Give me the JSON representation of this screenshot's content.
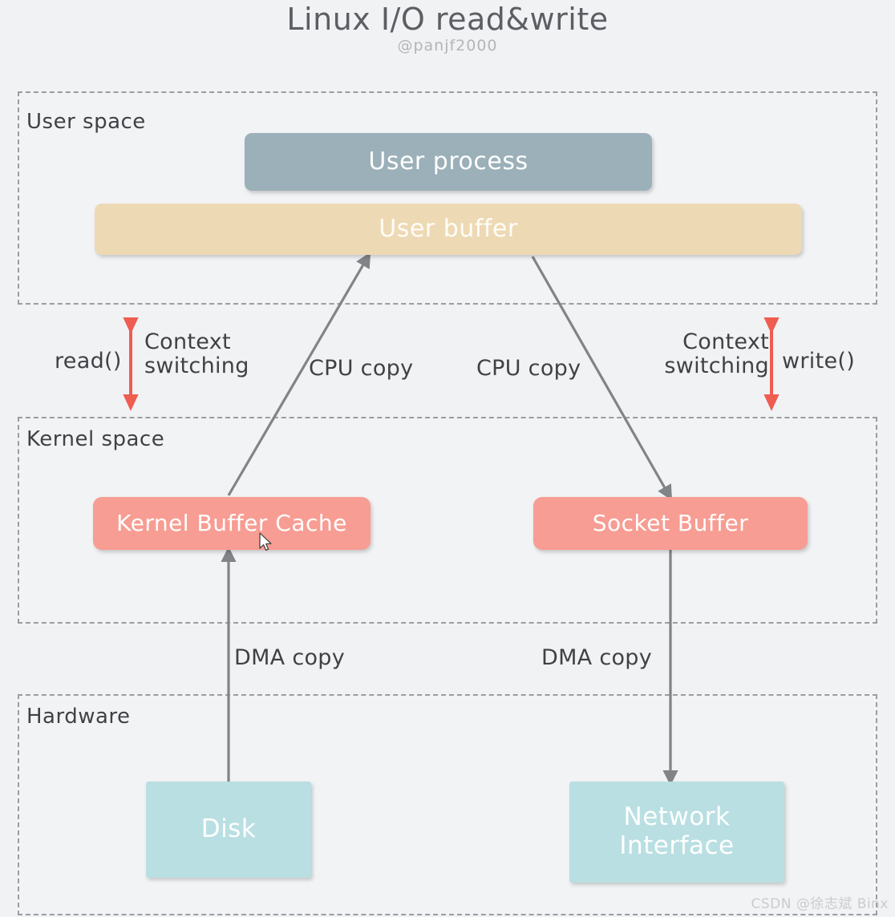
{
  "header": {
    "title": "Linux I/O read&write",
    "subtitle": "@panjf2000"
  },
  "sections": [
    {
      "id": "user",
      "label": "User space"
    },
    {
      "id": "kernel",
      "label": "Kernel space"
    },
    {
      "id": "hardware",
      "label": "Hardware"
    }
  ],
  "nodes": {
    "user_process": {
      "label": "User process",
      "color": "#9bb0b9"
    },
    "user_buffer": {
      "label": "User buffer",
      "color": "#eed9b5"
    },
    "kernel_buffer_cache": {
      "label": "Kernel Buffer Cache",
      "color": "#f79d93"
    },
    "socket_buffer": {
      "label": "Socket Buffer",
      "color": "#f79d93"
    },
    "disk": {
      "label": "Disk",
      "color": "#b9dfe2"
    },
    "network_interface": {
      "label_line1": "Network",
      "label_line2": "Interface",
      "color": "#b9dfe2"
    }
  },
  "edge_labels": {
    "read_syscall": "read()",
    "write_syscall": "write()",
    "context_switch_left": "Context\nswitching",
    "context_switch_right": "Context\nswitching",
    "cpu_copy_left": "CPU copy",
    "cpu_copy_right": "CPU copy",
    "dma_copy_left": "DMA copy",
    "dma_copy_right": "DMA copy"
  },
  "colors": {
    "background": "#f1f2f4",
    "section_border": "#9a9ea2",
    "arrow_gray": "#808487",
    "arrow_red": "#ef5c50",
    "title_text": "#5b5f63",
    "subtitle_text": "#b3b6b9",
    "label_text": "#3f4245",
    "node_text": "#ffffff"
  },
  "watermark": "CSDN @徐志斌 Binx"
}
